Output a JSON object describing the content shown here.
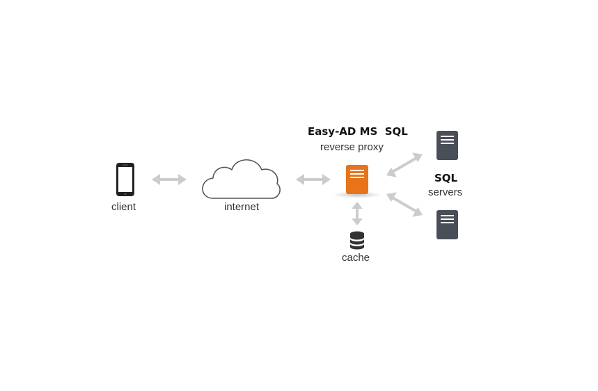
{
  "nodes": {
    "client": {
      "label": "client",
      "icon": "smartphone-icon"
    },
    "internet": {
      "label": "internet",
      "icon": "cloud-icon"
    },
    "proxy": {
      "title": "Easy-AD MS  SQL",
      "subtitle": "reverse proxy",
      "icon": "server-icon",
      "color": "#e8731a"
    },
    "cache": {
      "label": "cache",
      "icon": "database-icon"
    },
    "sql_servers": {
      "title": "SQL",
      "subtitle": "servers",
      "icon": "server-icon",
      "color": "#4a4e56"
    }
  },
  "colors": {
    "arrow": "#cccccc",
    "device": "#222222",
    "database": "#333333"
  }
}
